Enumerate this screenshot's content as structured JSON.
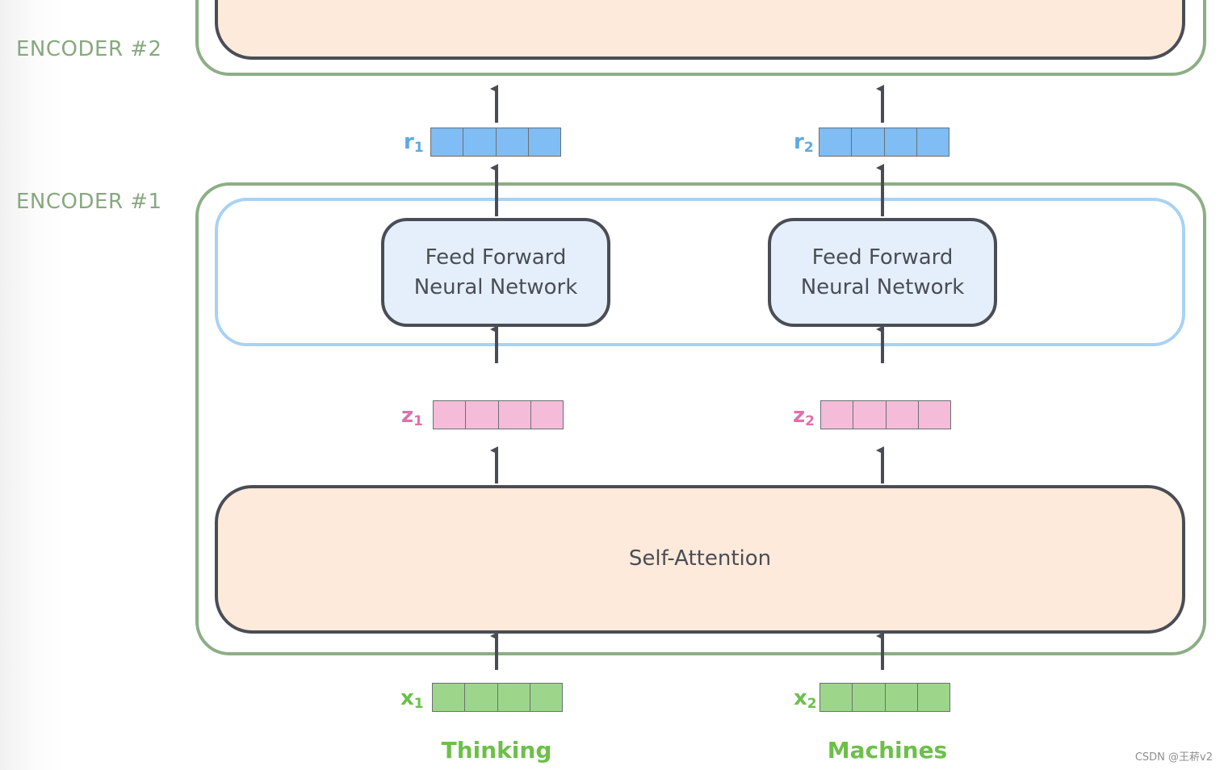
{
  "encoders": {
    "encoder2_label": "ENCODER #2",
    "encoder1_label": "ENCODER #1"
  },
  "self_attention": {
    "label": "Self-Attention"
  },
  "ffn": {
    "line1": "Feed Forward",
    "line2": "Neural Network"
  },
  "vectors": {
    "x": {
      "name": "x",
      "color": "#9dd68a",
      "label_color": "#6cc04a",
      "items": [
        "1",
        "2"
      ]
    },
    "z": {
      "name": "z",
      "color": "#f4bcd9",
      "label_color": "#e26fab",
      "items": [
        "1",
        "2"
      ]
    },
    "r": {
      "name": "r",
      "color": "#7fbdf4",
      "label_color": "#5aa9e6",
      "items": [
        "1",
        "2"
      ]
    }
  },
  "words": [
    "Thinking",
    "Machines"
  ],
  "colors": {
    "encoder_border": "#8cae85",
    "box_border": "#4a4d55",
    "peach_fill": "#fdeadb",
    "ffn_fill": "#e4effb",
    "ffn_region_border": "#a9d2f2",
    "arrow": "#4a4d55"
  },
  "watermark": "CSDN @王菥v2"
}
